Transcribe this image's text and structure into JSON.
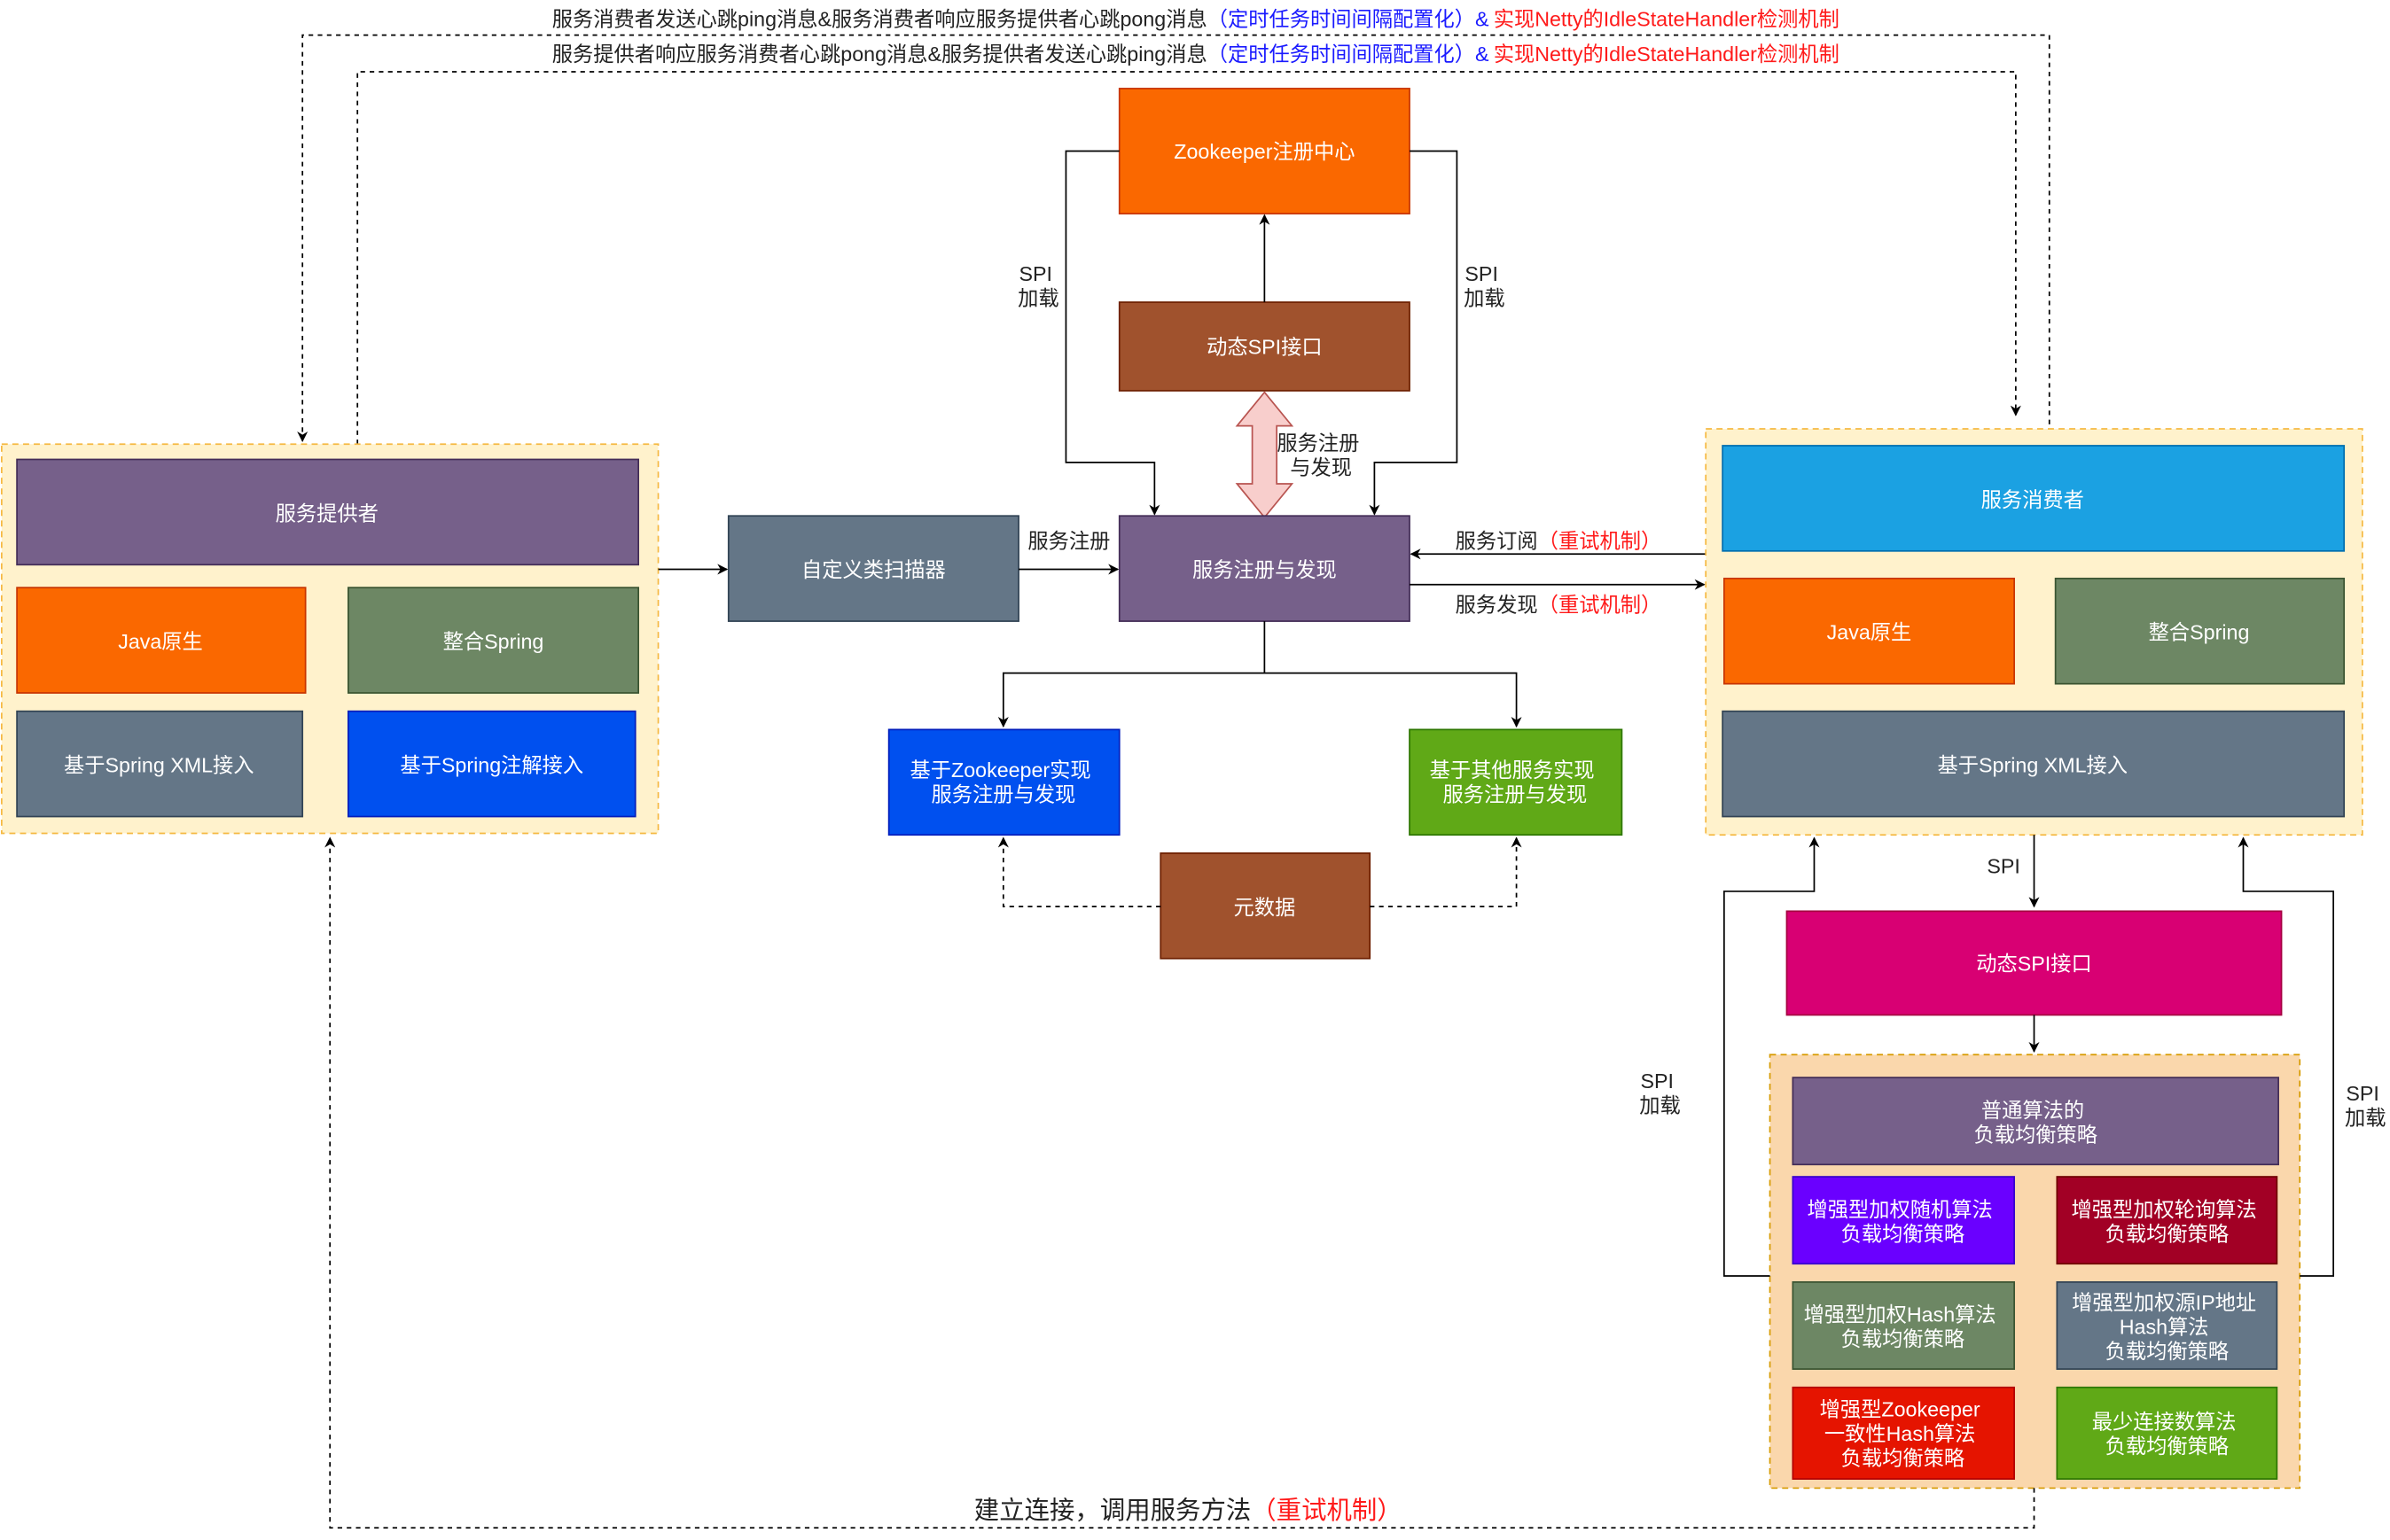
{
  "top_notes": {
    "line1": {
      "main": "服务消费者发送心跳ping消息&服务消费者响应服务提供者心跳pong消息",
      "blue": "（定时任务时间间隔配置化）",
      "amp": "&",
      "red": "实现Netty的IdleStateHandler检测机制"
    },
    "line2": {
      "main": "服务提供者响应服务消费者心跳pong消息&服务提供者发送心跳ping消息",
      "blue": "（定时任务时间间隔配置化）",
      "amp": "&",
      "red": "实现Netty的IdleStateHandler检测机制"
    }
  },
  "nodes": {
    "zookeeper_registry": {
      "label": "Zookeeper注册中心",
      "color": "#FA6800"
    },
    "dynamic_spi_top": {
      "label": "动态SPI接口",
      "color": "#A0522D"
    },
    "registry_discovery": {
      "label": "服务注册与发现",
      "color": "#76608A"
    },
    "custom_scanner": {
      "label": "自定义类扫描器",
      "color": "#647687"
    },
    "zk_impl": {
      "lines": [
        "基于Zookeeper实现",
        "服务注册与发现"
      ],
      "color": "#0050EF"
    },
    "other_impl": {
      "lines": [
        "基于其他服务实现",
        "服务注册与发现"
      ],
      "color": "#60A917"
    },
    "metadata": {
      "label": "元数据",
      "color": "#A0522D"
    },
    "provider": {
      "title": "服务提供者",
      "java_native": "Java原生",
      "spring": "整合Spring",
      "spring_xml": "基于Spring XML接入",
      "spring_annotation": "基于Spring注解接入"
    },
    "consumer": {
      "title": "服务消费者",
      "java_native": "Java原生",
      "spring": "整合Spring",
      "spring_xml": "基于Spring XML接入"
    },
    "dynamic_spi_right": {
      "label": "动态SPI接口",
      "color": "#D80073"
    },
    "load_balance": {
      "normal": [
        "普通算法的",
        "负载均衡策略"
      ],
      "weighted_random": [
        "增强型加权随机算法",
        "负载均衡策略"
      ],
      "weighted_round_robin": [
        "增强型加权轮询算法",
        "负载均衡策略"
      ],
      "weighted_hash": [
        "增强型加权Hash算法",
        "负载均衡策略"
      ],
      "weighted_source_ip_hash": [
        "增强型加权源IP地址",
        "Hash算法",
        "负载均衡策略"
      ],
      "zookeeper_consistent_hash": [
        "增强型Zookeeper",
        "一致性Hash算法",
        "负载均衡策略"
      ],
      "least_connections": [
        "最少连接数算法",
        "负载均衡策略"
      ]
    }
  },
  "labels": {
    "spi_load": [
      "SPI",
      "加载"
    ],
    "service_registration_discovery": [
      "服务注册",
      "与发现"
    ],
    "service_registration": "服务注册",
    "service_subscription": "服务订阅",
    "service_discovery": "服务发现",
    "retry": "（重试机制）",
    "spi": "SPI",
    "bottom_main": "建立连接，调用服务方法",
    "bottom_retry": "（重试机制）"
  },
  "colors": {
    "provider_title": "#76608A",
    "consumer_title": "#1BA1E2",
    "java_native": "#FA6800",
    "spring": "#6D8764",
    "spring_xml": "#647687",
    "spring_annotation": "#0050EF",
    "container_fill": "#FFF2CC",
    "container_border": "#F5B942",
    "lb_container_fill": "#FAD7AC",
    "lb_container_border": "#D79B00",
    "lb_normal": "#76608A",
    "lb_weighted_random": "#6A00FF",
    "lb_weighted_round_robin": "#A20025",
    "lb_weighted_hash": "#6D8764",
    "lb_source_ip_hash": "#647687",
    "lb_zookeeper": "#E51400",
    "lb_least_conn": "#60A917"
  }
}
